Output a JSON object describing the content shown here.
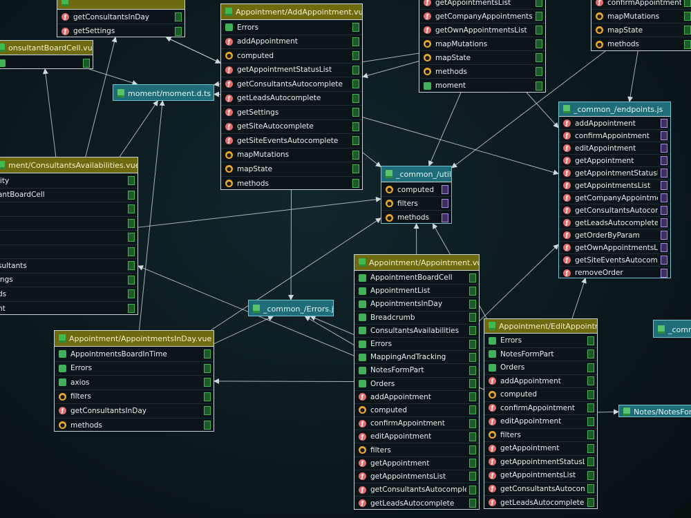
{
  "nodes": [
    {
      "id": "top-left-partial",
      "kind": "vue",
      "title": "",
      "rows": [
        {
          "t": "getConsultantsInDay",
          "i": "m"
        },
        {
          "t": "getSettings",
          "i": "m"
        }
      ]
    },
    {
      "id": "consultant-board-cell",
      "kind": "vue",
      "title": "onsultantBoardCell.vue",
      "rows": [
        {
          "t": "",
          "i": "i"
        }
      ]
    },
    {
      "id": "moment-dts",
      "kind": "ts",
      "title": "moment/moment.d.ts",
      "rows": []
    },
    {
      "id": "add-appointment",
      "kind": "vue",
      "title": "Appointment/AddAppointment.vue",
      "rows": [
        {
          "t": "Errors",
          "i": "i"
        },
        {
          "t": "addAppointment",
          "i": "m"
        },
        {
          "t": "computed",
          "i": "c"
        },
        {
          "t": "getAppointmentStatusList",
          "i": "m"
        },
        {
          "t": "getConsultantsAutocomplete",
          "i": "m"
        },
        {
          "t": "getLeadsAutocomplete",
          "i": "m"
        },
        {
          "t": "getSettings",
          "i": "m"
        },
        {
          "t": "getSiteAutocomplete",
          "i": "m"
        },
        {
          "t": "getSiteEventsAutocomplete",
          "i": "m"
        },
        {
          "t": "mapMutations",
          "i": "c"
        },
        {
          "t": "mapState",
          "i": "c"
        },
        {
          "t": "methods",
          "i": "c"
        }
      ]
    },
    {
      "id": "top-center-partial",
      "kind": "vue",
      "title": "",
      "rows": [
        {
          "t": "getAppointmentsList",
          "i": "m"
        },
        {
          "t": "getCompanyAppointmentsList",
          "i": "m"
        },
        {
          "t": "getOwnAppointmentsList",
          "i": "m"
        },
        {
          "t": "mapMutations",
          "i": "c"
        },
        {
          "t": "mapState",
          "i": "c"
        },
        {
          "t": "methods",
          "i": "c"
        },
        {
          "t": "moment",
          "i": "i"
        }
      ]
    },
    {
      "id": "top-right-partial",
      "kind": "vue",
      "title": "",
      "rows": [
        {
          "t": "confirmAppointment",
          "i": "m"
        },
        {
          "t": "mapMutations",
          "i": "c"
        },
        {
          "t": "mapState",
          "i": "c"
        },
        {
          "t": "methods",
          "i": "c"
        }
      ]
    },
    {
      "id": "endpoints-js",
      "kind": "ts",
      "title": "_common_/endpoints.js",
      "rows": [
        {
          "t": "addAppointment",
          "i": "m"
        },
        {
          "t": "confirmAppointment",
          "i": "m"
        },
        {
          "t": "editAppointment",
          "i": "m"
        },
        {
          "t": "getAppointment",
          "i": "m"
        },
        {
          "t": "getAppointmentStatusList",
          "i": "m"
        },
        {
          "t": "getAppointmentsList",
          "i": "m"
        },
        {
          "t": "getCompanyAppointmentsList",
          "i": "m"
        },
        {
          "t": "getConsultantsAutocomplete",
          "i": "m"
        },
        {
          "t": "getLeadsAutocomplete",
          "i": "m"
        },
        {
          "t": "getOrderByParam",
          "i": "m"
        },
        {
          "t": "getOwnAppointmentsList",
          "i": "m"
        },
        {
          "t": "getSiteEventsAutocomplete",
          "i": "m"
        },
        {
          "t": "removeOrder",
          "i": "m"
        }
      ]
    },
    {
      "id": "consultants-availabilities",
      "kind": "vue",
      "title": "ment/ConsultantsAvailabilities.vue",
      "rows": [
        {
          "t": "lity",
          "i": ""
        },
        {
          "t": "antBoardCell",
          "i": ""
        },
        {
          "t": "",
          "i": ""
        },
        {
          "t": "",
          "i": ""
        },
        {
          "t": "",
          "i": ""
        },
        {
          "t": "",
          "i": ""
        },
        {
          "t": "sultants",
          "i": ""
        },
        {
          "t": "ings",
          "i": ""
        },
        {
          "t": "ds",
          "i": ""
        },
        {
          "t": "nt",
          "i": ""
        }
      ]
    },
    {
      "id": "util-js",
      "kind": "ts",
      "title": "_common_/util.js",
      "rows": [
        {
          "t": "computed",
          "i": "c"
        },
        {
          "t": "filters",
          "i": "c"
        },
        {
          "t": "methods",
          "i": "c"
        }
      ]
    },
    {
      "id": "errors-js",
      "kind": "ts",
      "title": "_common_/Errors.js",
      "rows": []
    },
    {
      "id": "appointment-vue",
      "kind": "vue",
      "title": "Appointment/Appointment.vue",
      "rows": [
        {
          "t": "AppointmentBoardCell",
          "i": "i"
        },
        {
          "t": "AppointmentList",
          "i": "i"
        },
        {
          "t": "AppointmentsInDay",
          "i": "i"
        },
        {
          "t": "Breadcrumb",
          "i": "i"
        },
        {
          "t": "ConsultantsAvailabilities",
          "i": "i"
        },
        {
          "t": "Errors",
          "i": "i"
        },
        {
          "t": "MappingAndTracking",
          "i": "i"
        },
        {
          "t": "NotesFormPart",
          "i": "i"
        },
        {
          "t": "Orders",
          "i": "i"
        },
        {
          "t": "addAppointment",
          "i": "m"
        },
        {
          "t": "computed",
          "i": "c"
        },
        {
          "t": "confirmAppointment",
          "i": "m"
        },
        {
          "t": "editAppointment",
          "i": "m"
        },
        {
          "t": "filters",
          "i": "c"
        },
        {
          "t": "getAppointment",
          "i": "m"
        },
        {
          "t": "getAppointmentsList",
          "i": "m"
        },
        {
          "t": "getConsultantsAutocomplete",
          "i": "m"
        },
        {
          "t": "getLeadsAutocomplete",
          "i": "m"
        }
      ]
    },
    {
      "id": "appointments-in-day",
      "kind": "vue",
      "title": "Appointment/AppointmentsInDay.vue",
      "rows": [
        {
          "t": "AppointmentsBoardInTime",
          "i": "i"
        },
        {
          "t": "Errors",
          "i": "i"
        },
        {
          "t": "axios",
          "i": "i"
        },
        {
          "t": "filters",
          "i": "c"
        },
        {
          "t": "getConsultantsInDay",
          "i": "m"
        },
        {
          "t": "methods",
          "i": "c"
        }
      ]
    },
    {
      "id": "edit-appointment",
      "kind": "vue",
      "title": "Appointment/EditAppointment.vue",
      "rows": [
        {
          "t": "Errors",
          "i": "i"
        },
        {
          "t": "NotesFormPart",
          "i": "i"
        },
        {
          "t": "Orders",
          "i": "i"
        },
        {
          "t": "addAppointment",
          "i": "m"
        },
        {
          "t": "computed",
          "i": "c"
        },
        {
          "t": "confirmAppointment",
          "i": "m"
        },
        {
          "t": "editAppointment",
          "i": "m"
        },
        {
          "t": "filters",
          "i": "c"
        },
        {
          "t": "getAppointment",
          "i": "m"
        },
        {
          "t": "getAppointmentStatusList",
          "i": "m"
        },
        {
          "t": "getAppointmentsList",
          "i": "m"
        },
        {
          "t": "getConsultantsAutocomplete",
          "i": "m"
        },
        {
          "t": "getLeadsAutocomplete",
          "i": "m"
        }
      ]
    },
    {
      "id": "right-edge-partial",
      "kind": "ts",
      "title": "_comm",
      "rows": []
    },
    {
      "id": "notes-form-part",
      "kind": "ts",
      "title": "Notes/NotesFormPart.vue",
      "rows": []
    }
  ],
  "edges": [
    [
      "add-appointment",
      "moment-dts"
    ],
    [
      "add-appointment",
      "util-js"
    ],
    [
      "add-appointment",
      "endpoints-js"
    ],
    [
      "add-appointment",
      "errors-js"
    ],
    [
      "add-appointment",
      "top-left-partial"
    ],
    [
      "consultants-availabilities",
      "moment-dts"
    ],
    [
      "consultants-availabilities",
      "util-js"
    ],
    [
      "consultants-availabilities",
      "top-left-partial"
    ],
    [
      "consultants-availabilities",
      "consultant-board-cell"
    ],
    [
      "top-center-partial",
      "util-js"
    ],
    [
      "top-center-partial",
      "endpoints-js"
    ],
    [
      "top-center-partial",
      "add-appointment"
    ],
    [
      "top-right-partial",
      "util-js"
    ],
    [
      "top-right-partial",
      "endpoints-js"
    ],
    [
      "appointment-vue",
      "util-js"
    ],
    [
      "appointment-vue",
      "endpoints-js"
    ],
    [
      "appointment-vue",
      "errors-js"
    ],
    [
      "appointment-vue",
      "appointments-in-day"
    ],
    [
      "appointment-vue",
      "consultants-availabilities"
    ],
    [
      "appointments-in-day",
      "errors-js"
    ],
    [
      "appointments-in-day",
      "util-js"
    ],
    [
      "appointments-in-day",
      "moment-dts"
    ],
    [
      "edit-appointment",
      "util-js"
    ],
    [
      "edit-appointment",
      "endpoints-js"
    ],
    [
      "edit-appointment",
      "notes-form-part"
    ],
    [
      "edit-appointment",
      "errors-js"
    ],
    [
      "consultant-board-cell",
      "moment-dts"
    ],
    [
      "top-left-partial",
      "add-appointment"
    ],
    [
      "top-center-partial",
      "moment-dts"
    ]
  ]
}
